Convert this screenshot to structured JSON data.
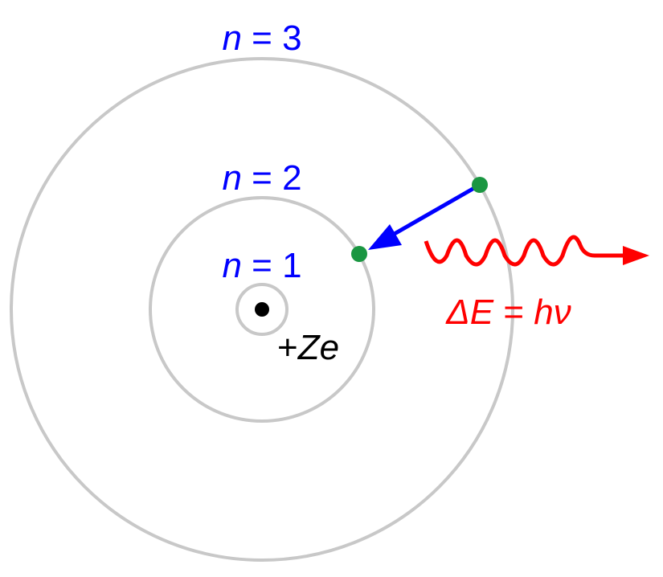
{
  "orbits": [
    {
      "label_var": "n",
      "label_eq": " = 1"
    },
    {
      "label_var": "n",
      "label_eq": " = 2"
    },
    {
      "label_var": "n",
      "label_eq": " = 3"
    }
  ],
  "nucleus": {
    "sign": "+",
    "charge": "Ze"
  },
  "photon": {
    "delta": "ΔE",
    "eq": " = ",
    "h": "h",
    "nu": "ν"
  },
  "colors": {
    "orbit": "#c8c8c8",
    "label": "#0000ff",
    "transition_arrow": "#0000ff",
    "electron": "#1a9641",
    "photon": "#ff0000",
    "nucleus": "#000000"
  }
}
